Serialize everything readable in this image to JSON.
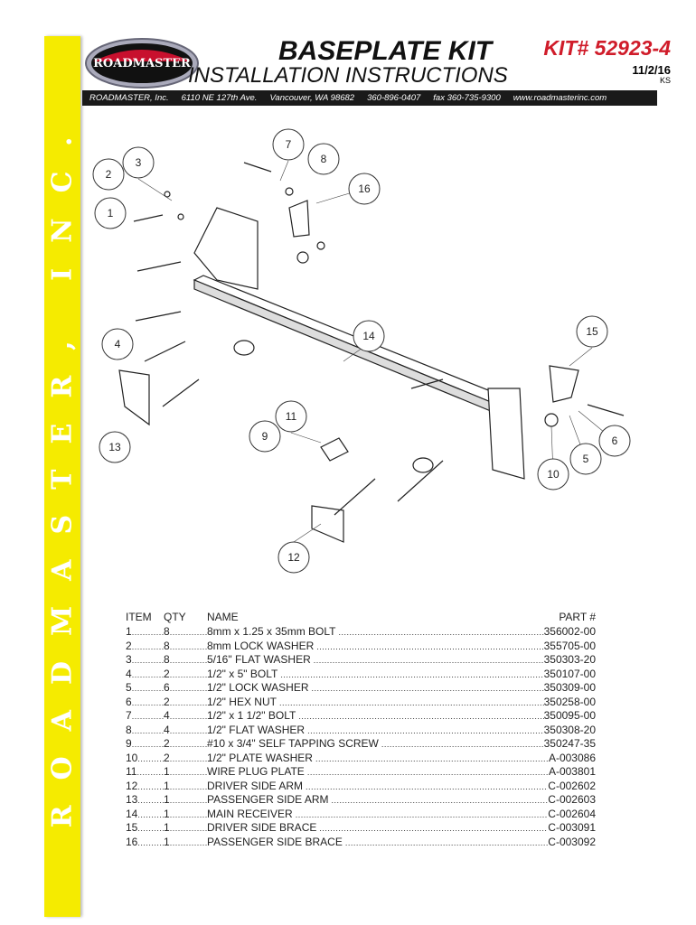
{
  "brand": {
    "band_text": "ROADMASTER, INC.",
    "logo_text": "ROADMASTER"
  },
  "header": {
    "title": "BASEPLATE KIT",
    "subtitle": "INSTALLATION INSTRUCTIONS",
    "kit": "KIT# 52923-4",
    "date": "11/2/16",
    "initials": "KS"
  },
  "contact": {
    "company": "ROADMASTER, Inc.",
    "address": "6110 NE 127th Ave.",
    "city": "Vancouver, WA 98682",
    "phone": "360-896-0407",
    "fax": "fax 360-735-9300",
    "web": "www.roadmasterinc.com"
  },
  "callouts": [
    "7",
    "3",
    "8",
    "2",
    "16",
    "1",
    "14",
    "15",
    "4",
    "11",
    "9",
    "6",
    "13",
    "5",
    "10",
    "12"
  ],
  "parts": {
    "headers": {
      "item": "ITEM",
      "qty": "QTY",
      "name": "NAME",
      "part": "PART #"
    },
    "rows": [
      {
        "item": "1",
        "qty": "8",
        "name": "8mm x 1.25 x 35mm BOLT",
        "part": "356002-00"
      },
      {
        "item": "2",
        "qty": "8",
        "name": "8mm LOCK WASHER",
        "part": "355705-00"
      },
      {
        "item": "3",
        "qty": "8",
        "name": "5/16\" FLAT WASHER",
        "part": "350303-20"
      },
      {
        "item": "4",
        "qty": "2",
        "name": "1/2\" x 5\" BOLT",
        "part": "350107-00"
      },
      {
        "item": "5",
        "qty": "6",
        "name": "1/2\" LOCK WASHER",
        "part": "350309-00"
      },
      {
        "item": "6",
        "qty": "2",
        "name": "1/2\" HEX NUT",
        "part": "350258-00"
      },
      {
        "item": "7",
        "qty": "4",
        "name": "1/2\" x 1 1/2\" BOLT",
        "part": "350095-00"
      },
      {
        "item": "8",
        "qty": "4",
        "name": "1/2\" FLAT WASHER",
        "part": "350308-20"
      },
      {
        "item": "9",
        "qty": "2",
        "name": "#10 x 3/4\" SELF TAPPING SCREW",
        "part": "350247-35"
      },
      {
        "item": "10",
        "qty": "2",
        "name": "1/2\" PLATE WASHER",
        "part": "A-003086"
      },
      {
        "item": "11",
        "qty": "1",
        "name": "WIRE PLUG PLATE",
        "part": "A-003801"
      },
      {
        "item": "12",
        "qty": "1",
        "name": "DRIVER SIDE ARM",
        "part": "C-002602"
      },
      {
        "item": "13",
        "qty": "1",
        "name": "PASSENGER SIDE ARM",
        "part": "C-002603"
      },
      {
        "item": "14",
        "qty": "1",
        "name": "MAIN RECEIVER",
        "part": "C-002604"
      },
      {
        "item": "15",
        "qty": "1",
        "name": "DRIVER SIDE BRACE",
        "part": "C-003091"
      },
      {
        "item": "16",
        "qty": "1",
        "name": "PASSENGER SIDE BRACE",
        "part": "C-003092"
      }
    ]
  }
}
